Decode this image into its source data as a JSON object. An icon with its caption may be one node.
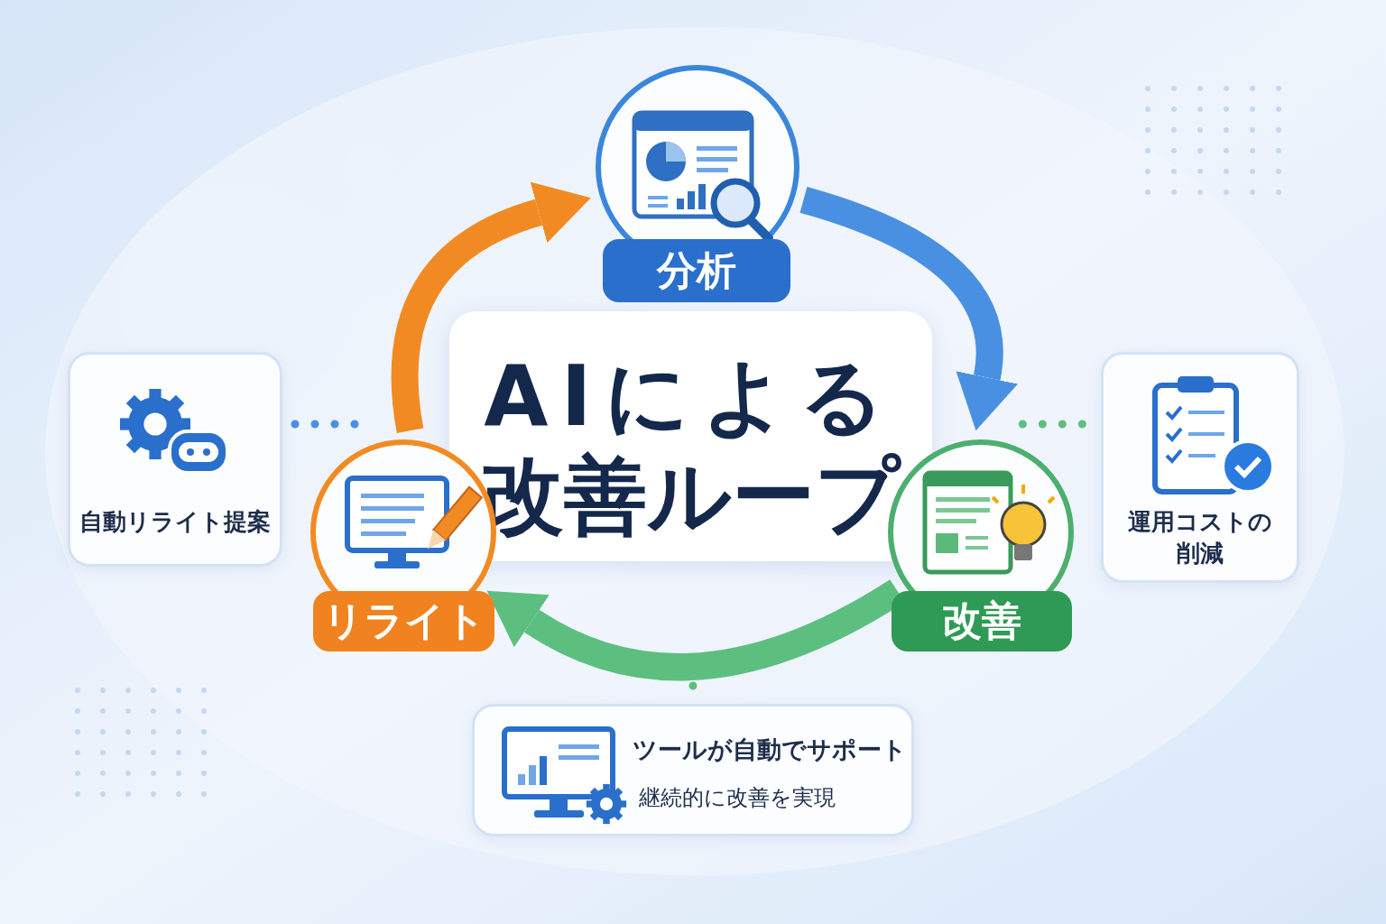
{
  "diagram": {
    "nodes": [
      {
        "text": [
          "AIによる改善ループ"
        ]
      },
      {
        "text": [
          "分析"
        ]
      },
      {
        "text": [
          "改善"
        ]
      },
      {
        "text": [
          "リライト"
        ]
      },
      {
        "text": [
          "自動リライト提案"
        ]
      },
      {
        "text": [
          "運用コストの削減"
        ]
      },
      {
        "text": [
          "ツールが自動でサポート",
          "継続的に改善を実現"
        ]
      }
    ],
    "edges": [
      {
        "from": 1,
        "to": 2,
        "arrow": "to",
        "style": "thick",
        "color": "#4a90e2"
      },
      {
        "from": 2,
        "to": 3,
        "arrow": "to",
        "style": "thick",
        "color": "#5cbf80"
      },
      {
        "from": 3,
        "to": 1,
        "arrow": "to",
        "style": "thick",
        "color": "#f28a24"
      },
      {
        "from": 4,
        "to": 3,
        "arrow": "none",
        "style": "dashed",
        "color": "#4a90e2"
      },
      {
        "from": 2,
        "to": 5,
        "arrow": "none",
        "style": "dashed",
        "color": "#5cbf80"
      },
      {
        "from": null,
        "to": 6,
        "arrow": "none",
        "style": "dashed",
        "color": "#5cbf80"
      }
    ]
  }
}
